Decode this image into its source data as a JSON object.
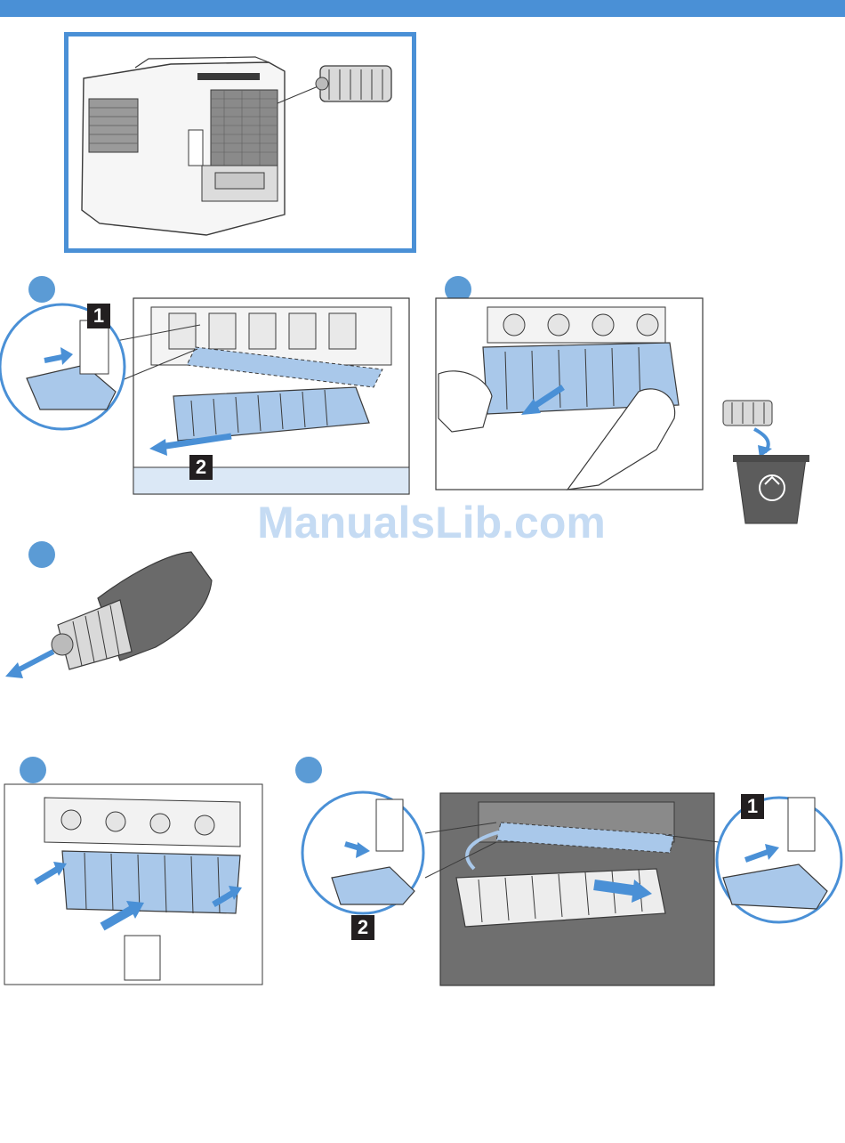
{
  "colors": {
    "accent": "#4a90d6",
    "step_badge": "#5b9bd5",
    "line_art": "#3a3a3a",
    "highlight": "#a9c8ea",
    "watermark": "#7fb0e6",
    "callout_bg": "#231f20"
  },
  "callouts": {
    "step2_top_label": "1",
    "step2_bottom_label": "2",
    "step6_left_label": "2",
    "step6_right_label": "1"
  },
  "watermark": {
    "text": "ManualsLib.com"
  },
  "icons": {
    "recycle_bin": "recycle-bin-icon",
    "arrow": "blue-arrow-icon"
  }
}
